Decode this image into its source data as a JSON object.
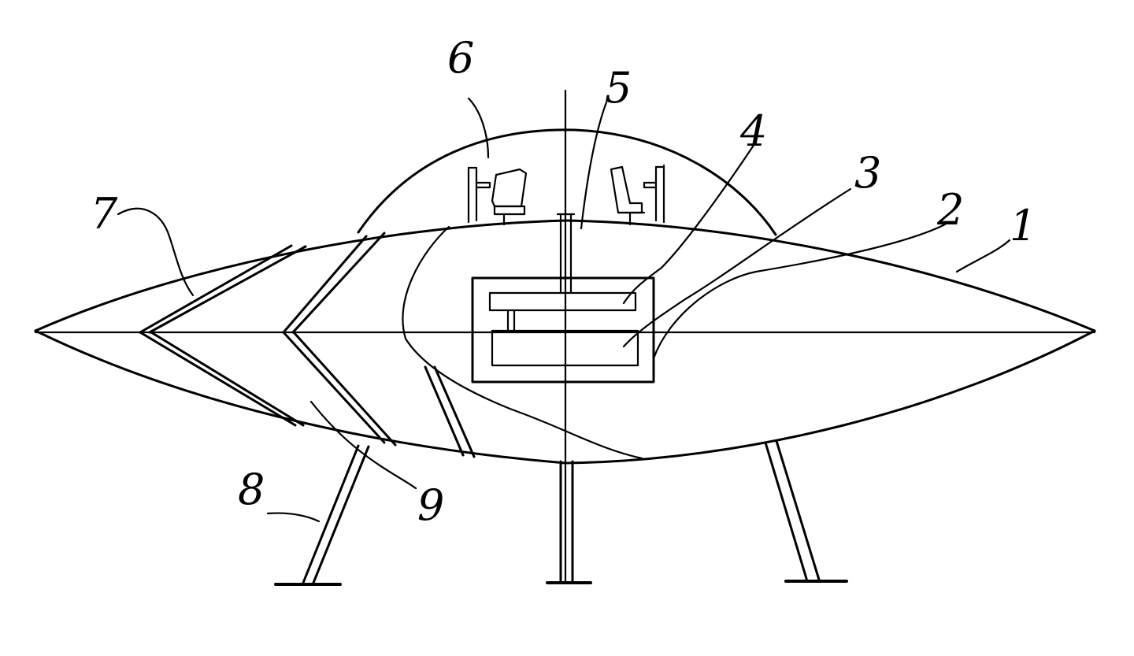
{
  "figure": {
    "reference_numerals": {
      "n1": "1",
      "n2": "2",
      "n3": "3",
      "n4": "4",
      "n5": "5",
      "n6": "6",
      "n7": "7",
      "n8": "8",
      "n9": "9"
    }
  }
}
